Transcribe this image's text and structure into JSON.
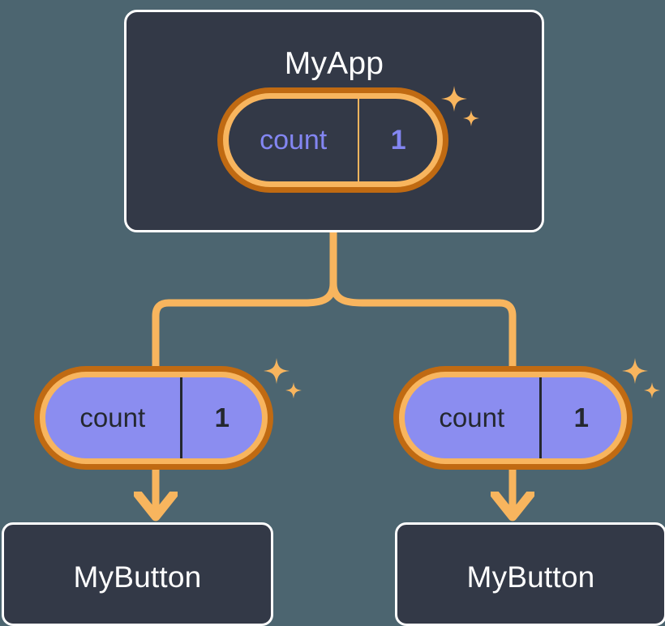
{
  "theme": {
    "background": "#4c6570",
    "card_fill": "#333947",
    "card_border": "#ffffff",
    "pill_ring_outer": "#c06a12",
    "pill_ring_inner": "#f8b55e",
    "pill_child_fill": "#8b8df0",
    "accent_purple": "#8386f2",
    "wire": "#f8b55e",
    "text_light": "#ffffff",
    "text_dark": "#24282f"
  },
  "diagram": {
    "type": "component-state-tree",
    "root": {
      "name": "myapp-card",
      "title": "MyApp",
      "state": {
        "key": "count",
        "value": "1",
        "style": "dark-fill",
        "sparkle": true
      }
    },
    "children": [
      {
        "name": "child-left",
        "state": {
          "key": "count",
          "value": "1",
          "style": "purple-fill",
          "sparkle": true
        },
        "leaf": {
          "title": "MyButton"
        }
      },
      {
        "name": "child-right",
        "state": {
          "key": "count",
          "value": "1",
          "style": "purple-fill",
          "sparkle": true
        },
        "leaf": {
          "title": "MyButton"
        }
      }
    ],
    "icons": {
      "sparkle_large": "sparkle-four-point-icon",
      "sparkle_small": "sparkle-four-point-small-icon",
      "arrow": "arrow-down-icon"
    }
  }
}
